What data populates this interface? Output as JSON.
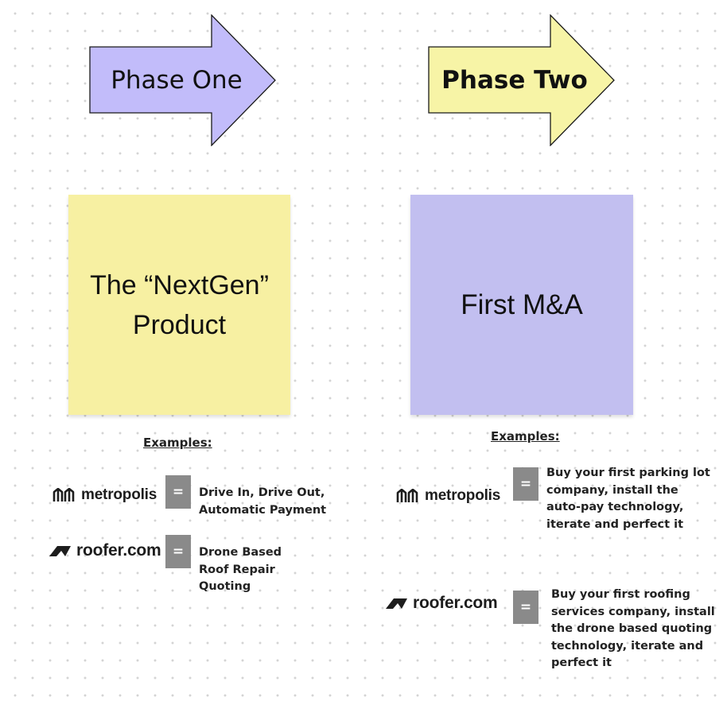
{
  "phases": {
    "one": {
      "label": "Phase One",
      "color": "#c2bcfa"
    },
    "two": {
      "label": "Phase Two",
      "color": "#f7f4a6"
    }
  },
  "stickies": {
    "nextgen": {
      "lines": [
        "The “NextGen”",
        "Product"
      ],
      "color": "#f7f0a2"
    },
    "ma": {
      "text": "First M&A",
      "color": "#c2bff0"
    }
  },
  "examples_heading": "Examples:",
  "logos": {
    "metropolis": "metropolis",
    "roofer": "roofer.com"
  },
  "equals": "=",
  "left_examples": {
    "metropolis_desc": [
      "Drive In, Drive Out,",
      "Automatic Payment"
    ],
    "roofer_desc": [
      "Drone Based",
      "Roof Repair",
      "Quoting"
    ]
  },
  "right_examples": {
    "metropolis_desc": [
      "Buy your first parking lot",
      "company, install the",
      "auto-pay technology,",
      "iterate and perfect it"
    ],
    "roofer_desc": [
      "Buy your first roofing",
      "services company, install",
      "the drone based quoting",
      "technology, iterate and",
      "perfect it"
    ]
  }
}
